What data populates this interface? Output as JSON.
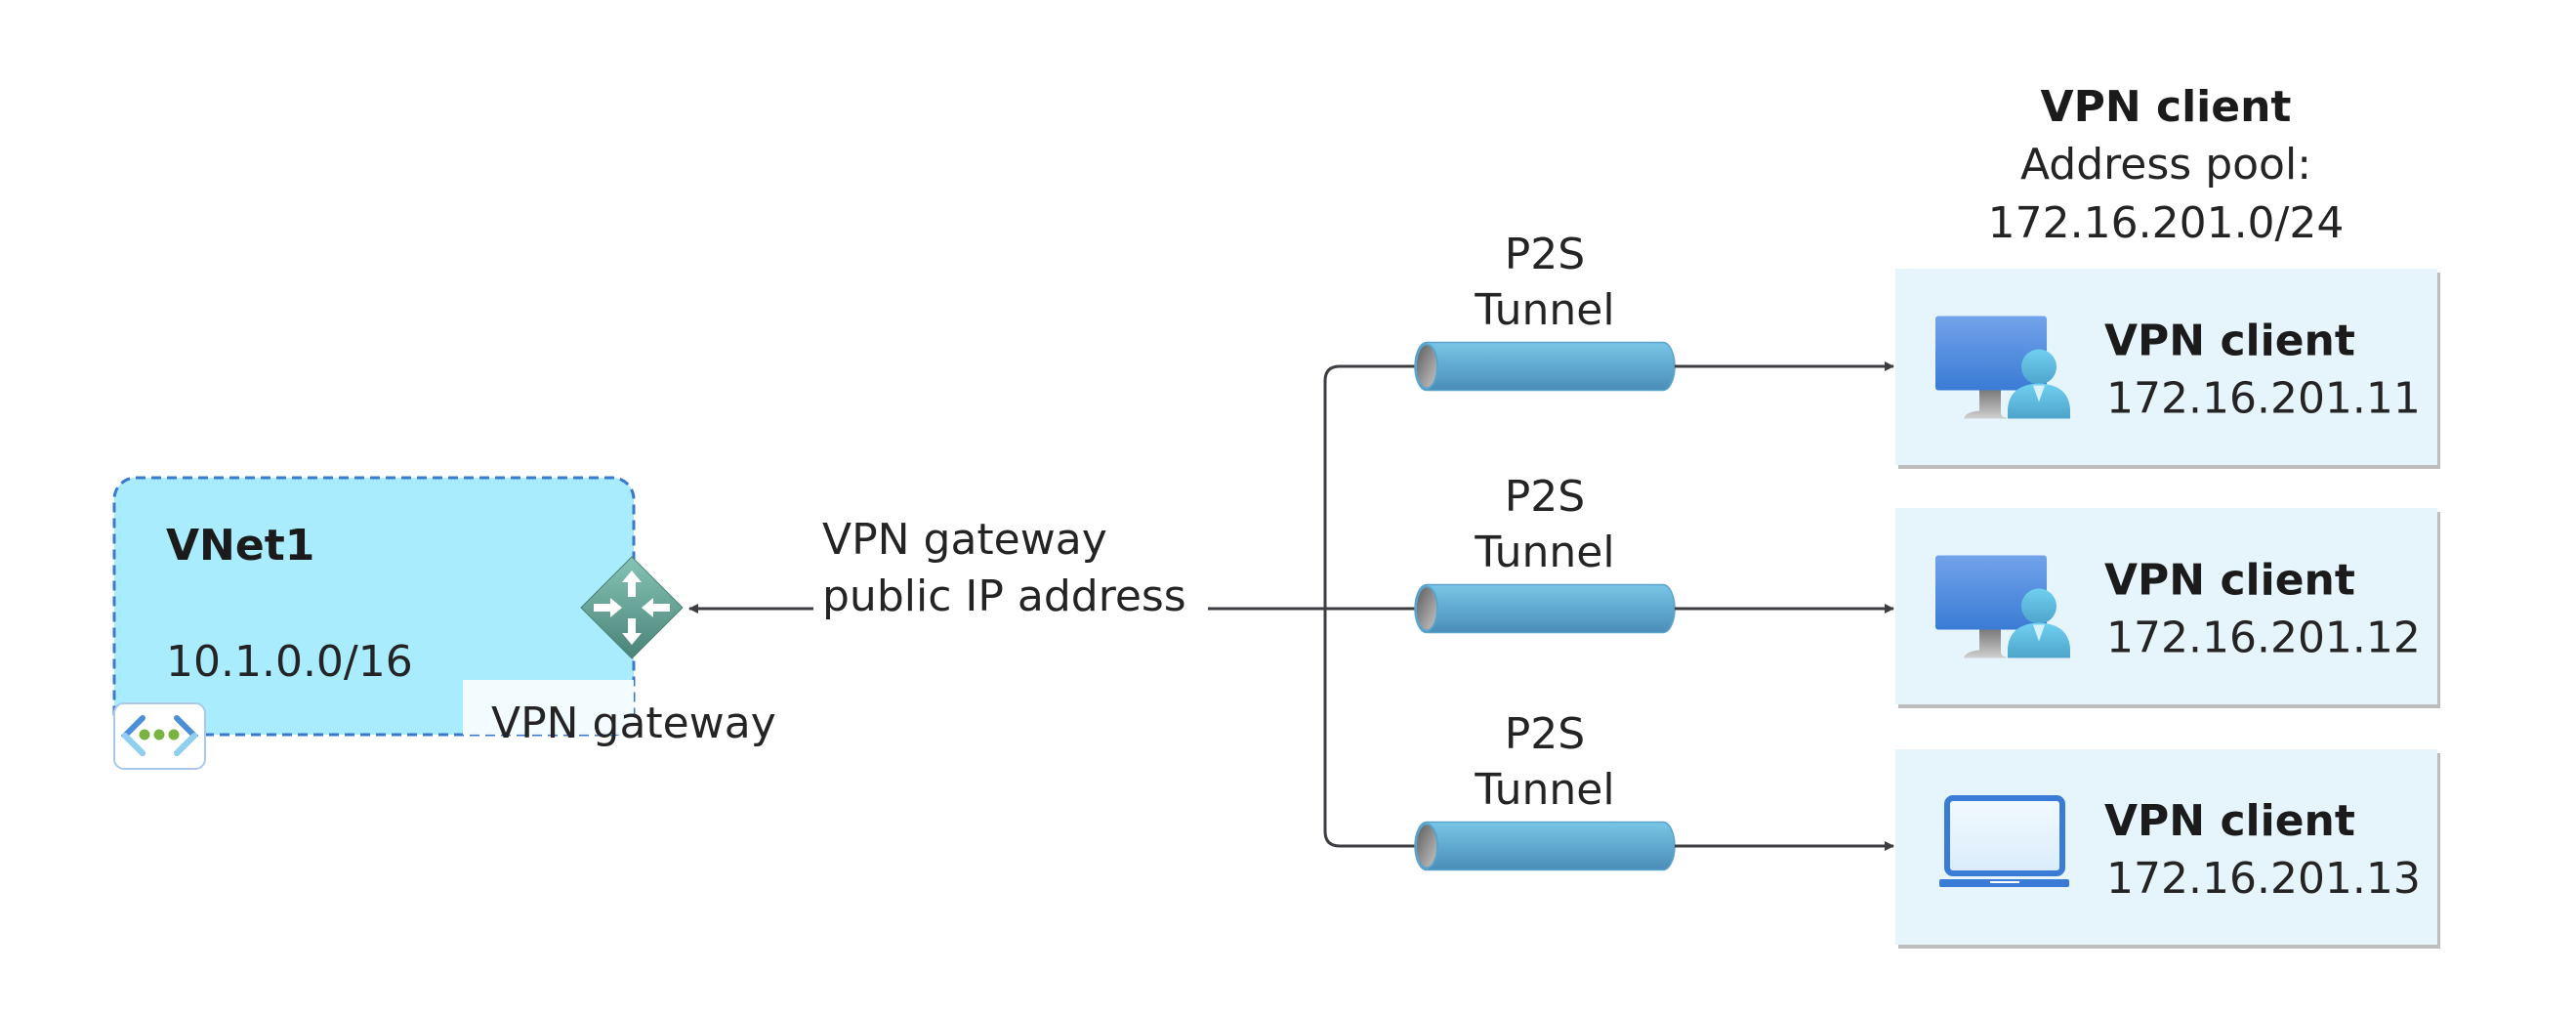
{
  "colors": {
    "vnet_fill": "#a8ecfe",
    "vnet_border": "#3a78d2",
    "client_fill": "#e6f5fc",
    "client_shadow": "#bdbdbd",
    "line": "#3d3d42",
    "tunnel_top": "#78c6e6",
    "tunnel_bottom": "#4a8db8",
    "gateway_top": "#86c4b5",
    "gateway_bottom": "#4a8378",
    "icon_blue": "#3a7bd5",
    "icon_person": "#62c6e8",
    "icon_green": "#7bb342"
  },
  "vnet": {
    "name": "VNet1",
    "address_space": "10.1.0.0/16",
    "icon": "virtual-network-icon"
  },
  "gateway": {
    "label": "VPN gateway",
    "icon": "vpn-gateway-icon",
    "public_ip_label_line1": "VPN gateway",
    "public_ip_label_line2": "public IP address"
  },
  "address_pool": {
    "title": "VPN client",
    "line1": "Address pool:",
    "line2": "172.16.201.0/24"
  },
  "tunnels": [
    {
      "line1": "P2S",
      "line2": "Tunnel"
    },
    {
      "line1": "P2S",
      "line2": "Tunnel"
    },
    {
      "line1": "P2S",
      "line2": "Tunnel"
    }
  ],
  "clients": [
    {
      "title": "VPN client",
      "ip": "172.16.201.11",
      "icon": "desktop-user-icon"
    },
    {
      "title": "VPN client",
      "ip": "172.16.201.12",
      "icon": "desktop-user-icon"
    },
    {
      "title": "VPN client",
      "ip": "172.16.201.13",
      "icon": "laptop-icon"
    }
  ]
}
